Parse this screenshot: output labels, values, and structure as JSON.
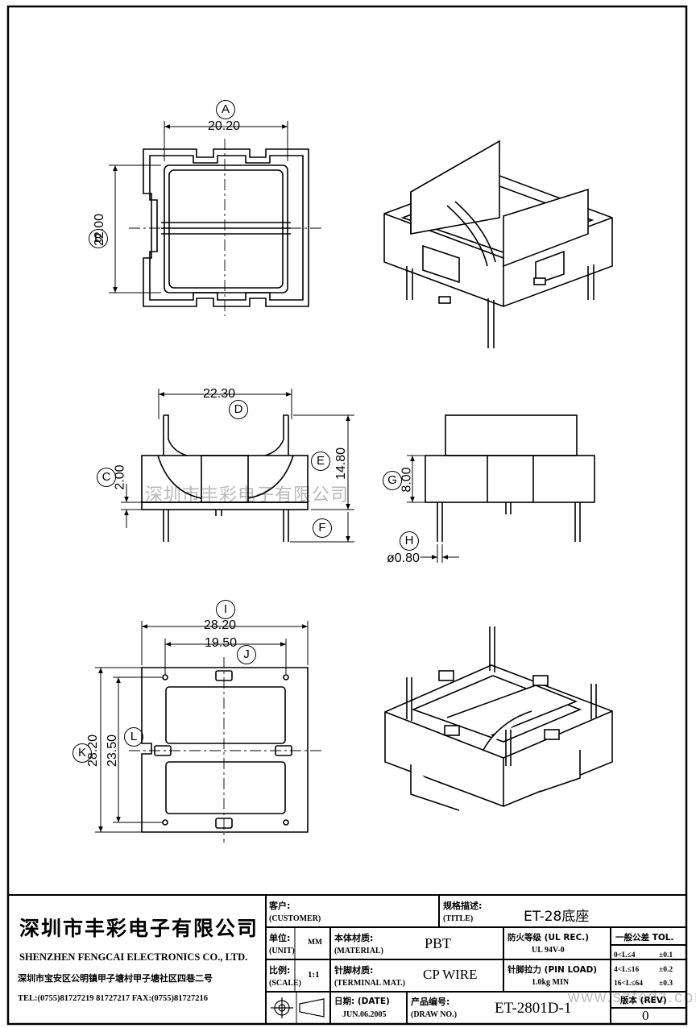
{
  "dimensions": {
    "a": "20.20",
    "b": "22.00",
    "c_top": "22.30",
    "c_height": "14.80",
    "c_base": "2.00",
    "g": "8.00",
    "h": "ø0.80",
    "i": "28.20",
    "j": "19.50",
    "k": "28.20",
    "l": "23.50"
  },
  "callouts": [
    "A",
    "B",
    "C",
    "D",
    "E",
    "F",
    "G",
    "H",
    "I",
    "J",
    "K",
    "L"
  ],
  "watermark": "深圳市丰彩电子有限公司",
  "url_watermark": "www.szfcdz.com",
  "title_block": {
    "company_cn": "深圳市丰彩电子有限公司",
    "company_en": "SHENZHEN FENGCAI ELECTRONICS CO., LTD.",
    "address": "深圳市宝安区公明镇甲子塘村甲子塘社区四巷二号",
    "contact": "TEL:(0755)81727219  81727217   FAX:(0755)81727216",
    "customer_label_cn": "客户:",
    "customer_label_en": "(CUSTOMER)",
    "title_label_cn": "规格描述:",
    "title_label_en": "(TITLE)",
    "title_value": "ET-28底座",
    "unit_label_cn": "单位:",
    "unit_label_en": "(UNIT)",
    "unit_value": "MM",
    "material_label_cn": "本体材质:",
    "material_label_en": "(MATERIAL)",
    "material_value": "PBT",
    "fire_label": "防火等级 (UL REC.)",
    "fire_value": "UL 94V-0",
    "tol_label": "一般公差 TOL.",
    "tol_rows": [
      {
        "range": "0<L≤4",
        "value": "±0.1"
      },
      {
        "range": "4<L≤16",
        "value": "±0.2"
      },
      {
        "range": "16<L≤64",
        "value": "±0.3"
      }
    ],
    "scale_label_cn": "比例:",
    "scale_label_en": "(SCALE)",
    "scale_value": "1:1",
    "terminal_label_cn": "针脚材质:",
    "terminal_label_en": "(TERMINAL MAT.)",
    "terminal_value": "CP WIRE",
    "pin_load_label": "针脚拉力 (PIN LOAD)",
    "pin_load_value": "1.0kg MIN",
    "date_label": "日期: (DATE)",
    "date_value": "JUN.06.2005",
    "draw_no_label_cn": "产品编号:",
    "draw_no_label_en": "(DRAW NO.)",
    "draw_no_value": "ET-2801D-1",
    "rev_label": "版本 (REV)",
    "rev_value": "0"
  }
}
